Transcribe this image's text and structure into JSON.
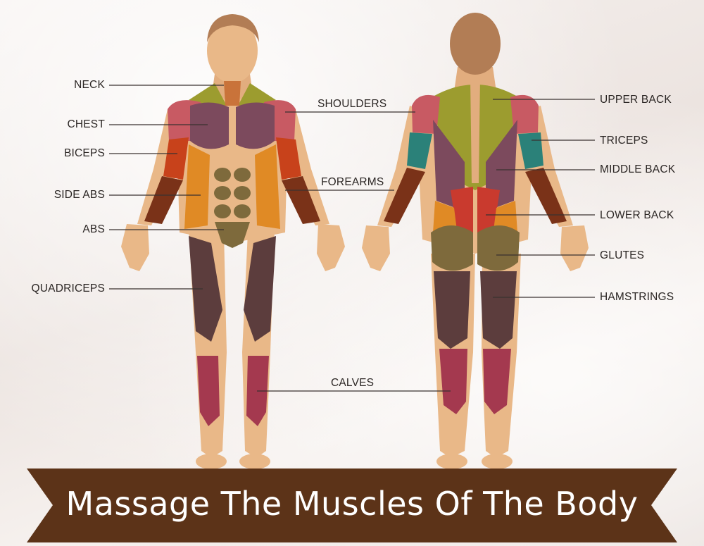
{
  "title": "Massage The Muscles Of The Body",
  "labels": {
    "neck": "NECK",
    "chest": "CHEST",
    "biceps": "BICEPS",
    "side_abs": "SIDE ABS",
    "abs": "ABS",
    "quadriceps": "QUADRICEPS",
    "shoulders": "SHOULDERS",
    "forearms": "FOREARMS",
    "calves": "CALVES",
    "upper_back": "UPPER BACK",
    "triceps": "TRICEPS",
    "middle_back": "MIDDLE BACK",
    "lower_back": "LOWER BACK",
    "glutes": "GLUTES",
    "hamstrings": "HAMSTRINGS"
  },
  "colors": {
    "skin": "#e9b888",
    "skin_shade": "#d9a070",
    "hair": "#b27d55",
    "banner": "#5c3318",
    "chest_muscle": "#7c4a5d",
    "shoulder_muscle": "#c85a63",
    "biceps_muscle": "#c8421b",
    "forearm_muscle": "#7a3218",
    "abs_muscle": "#7e6a3c",
    "side_abs_muscle": "#e08a25",
    "quad_muscle": "#5c3d3d",
    "calf_muscle": "#a4394f",
    "trap_muscle": "#9c9c2f",
    "triceps_muscle": "#2b8179"
  }
}
